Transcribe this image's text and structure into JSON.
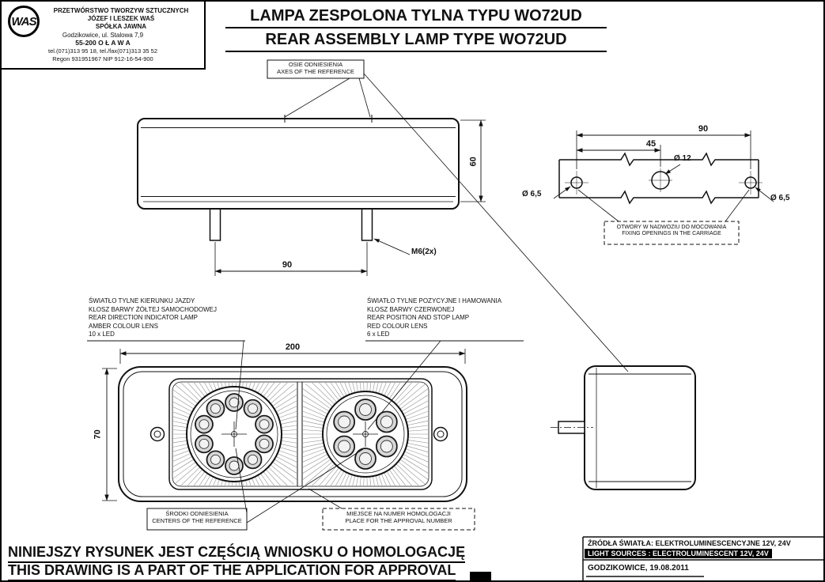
{
  "company": {
    "logo": "WAS",
    "lines": [
      "PRZETWÓRSTWO TWORZYW SZTUCZNYCH",
      "JÓZEF I LESZEK WAŚ",
      "SPÓŁKA JAWNA",
      "Godzikowice, ul. Stalowa 7,9",
      "55-200  O Ł A W A",
      "tel.(071)313 95 18, tel./fax(071)313 35 52",
      "Regon 931951967 NIP 912-16-54-900"
    ]
  },
  "title": {
    "pl": "LAMPA ZESPOLONA TYLNA  TYPU WO72UD",
    "en": "REAR ASSEMBLY LAMP TYPE WO72UD"
  },
  "callouts": {
    "axes_pl": "OSIE ODNIESIENIA",
    "axes_en": "AXES OF THE REFERENCE",
    "fixing_pl": "OTWORY W NADWOZIU DO MOCOWANIA",
    "fixing_en": "FIXING OPENINGS IN THE CARRIAGE",
    "centers_pl": "ŚRODKI ODNIESIENIA",
    "centers_en": "CENTERS OF THE REFERENCE",
    "approval_pl": "MIEJSCE NA NUMER HOMOLOGACJI",
    "approval_en": "PLACE FOR THE APPROVAL NUMBER"
  },
  "left_lamp": [
    "ŚWIATŁO TYLNE KIERUNKU JAZDY",
    "KLOSZ BARWY ŻÓŁTEJ SAMOCHODOWEJ",
    "REAR DIRECTION INDICATOR LAMP",
    "AMBER COLOUR LENS",
    "10 x LED"
  ],
  "right_lamp": [
    "ŚWIATŁO TYLNE POZYCYJNE I HAMOWANIA",
    "KLOSZ BARWY CZERWONEJ",
    "REAR POSITION AND STOP LAMP",
    "RED COLOUR LENS",
    "6 x LED"
  ],
  "dims": {
    "body_height": "60",
    "stud_spacing": "90",
    "stud_thread": "M6(2x)",
    "holes_span": "90",
    "holes_half": "45",
    "hole_center_dia": "Ø 12",
    "hole_left_dia": "Ø 6,5",
    "hole_right_dia": "Ø 6,5",
    "lamp_width": "200",
    "lamp_height": "70"
  },
  "footer": {
    "statement_pl": "NINIEJSZY RYSUNEK JEST CZĘŚCIĄ WNIOSKU O  HOMOLOGACJĘ",
    "statement_en": "THIS DRAWING IS A PART OF THE APPLICATION FOR  APPROVAL",
    "sources_pl": "ŹRÓDŁA ŚWIATŁA: ELEKTROLUMINESCENCYJNE  12V, 24V",
    "sources_en": "LIGHT SOURCES : ELECTROLUMINESCENT  12V, 24V",
    "place_date": "GODZIKOWICE,  19.08.2011"
  }
}
